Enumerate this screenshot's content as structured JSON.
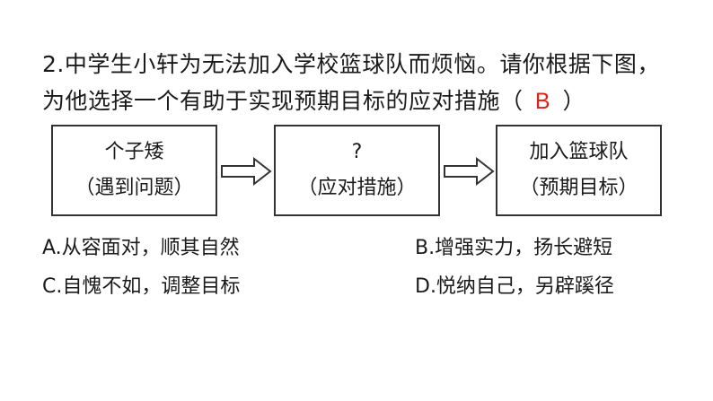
{
  "question": {
    "line1": "2.中学生小轩为无法加入学校篮球队而烦恼。请你根据下图，",
    "line2_prefix": "为他选择一个有助于实现预期目标的应对措施（",
    "answer": "B",
    "line2_suffix": "）"
  },
  "diagram": {
    "boxes": [
      {
        "title": "个子矮",
        "caption": "（遇到问题）"
      },
      {
        "title": "?",
        "caption": "（应对措施）"
      },
      {
        "title": "加入篮球队",
        "caption": "（预期目标）"
      }
    ]
  },
  "options": {
    "a": "A.从容面对，顺其自然",
    "b": "B.增强实力，扬长避短",
    "c": "C.自愧不如，调整目标",
    "d": "D.悦纳自己，另辟蹊径"
  },
  "colors": {
    "answer": "#d9211c",
    "border": "#333333"
  }
}
